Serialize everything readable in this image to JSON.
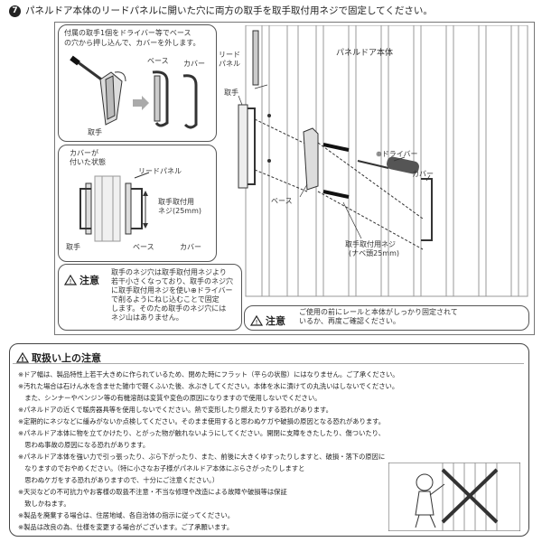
{
  "step": {
    "number": "7",
    "title": "パネルドア本体のリードパネルに開いた穴に両方の取手を取手取付用ネジで固定してください。"
  },
  "detail_box_1": {
    "text_lines": [
      "付属の取手1個をドライバー等でベース",
      "の穴から押し込んで、カバーを外します。"
    ],
    "label_base": "ベース",
    "label_cover": "カバー",
    "label_handle": "取手"
  },
  "detail_box_2": {
    "text_cover_attached": [
      "カバーが",
      "付いた状態"
    ],
    "label_lead_panel": "リードパネル",
    "label_screw": [
      "取手取付用",
      "ネジ(25mm)"
    ],
    "label_handle": "取手",
    "label_base": "ベース",
    "label_cover": "カバー"
  },
  "caution_box_1": {
    "badge": "注意",
    "lines": [
      "取手のネジ穴は取手取付用ネジより",
      "若干小さくなっており、取手のネジ穴",
      "に取手取付用ネジを使い⊕ドライバー",
      "で削るようにねじ込むことで固定",
      "します。そのため取手のネジ穴には",
      "ネジ山はありません。"
    ]
  },
  "main_diagram": {
    "label_lead_panel": [
      "リード",
      "パネル"
    ],
    "label_door_body": "パネルドア本体",
    "label_handle": "取手",
    "label_driver": "⊕ドライバー",
    "label_cover": "カバー",
    "label_base": "ベース",
    "label_screw": [
      "取手取付用ネジ",
      "(ナベ頭25mm)"
    ]
  },
  "caution_box_2": {
    "badge": "注意",
    "lines": [
      "ご使用の前にレールと本体がしっかり固定されて",
      "いるか、再度ご確認ください。"
    ]
  },
  "handling_notes": {
    "title": "取扱い上の注意",
    "items": [
      "※ドア幅は、製品特性上若干大きめに作られているため、閉めた時にフラット（平らの状態）にはなりません。ご了承ください。",
      "※汚れた場合は石けん水を含ませた雑巾で軽くふいた後、水ぶきしてください。本体を水に漬けての丸洗いはしないでください。",
      "　また、シンナーやベンジン等の有機溶剤は変質や変色の原因になりますので使用しないでください。",
      "※パネルドアの近くで暖房器具等を使用しないでください。熱で変形したり燃えたりする恐れがあります。",
      "※定期的にネジなどに緩みがないか点検してください。そのまま使用すると思わぬケガや破損の原因となる恐れがあります。",
      "※パネルドア本体に物を立てかけたり、とがった物が触れないようにしてください。開閉に支障をきたしたり、傷ついたり、",
      "　思わぬ事故の原因になる恐れがあります。",
      "※パネルドア本体を強い力で引っ張ったり、ぶら下がったり、また、前後に大きくゆすったりしますと、破損・落下の原因に",
      "　なりますのでおやめください。（特に小さなお子様がパネルドア本体にぶらさがったりしますと",
      "　思わぬケガをする恐れがありますので、十分にご注意ください。）",
      "※天災などの不可抗力やお客様の取扱不注意・不当な修理や改造による故障や破損等は保証",
      "　致しかねます。",
      "※製品を廃棄する場合は、住居地域、各自治体の指示に従ってください。",
      "※製品は改良の為、仕様を変更する場合がございます。ご了承願います。"
    ]
  }
}
